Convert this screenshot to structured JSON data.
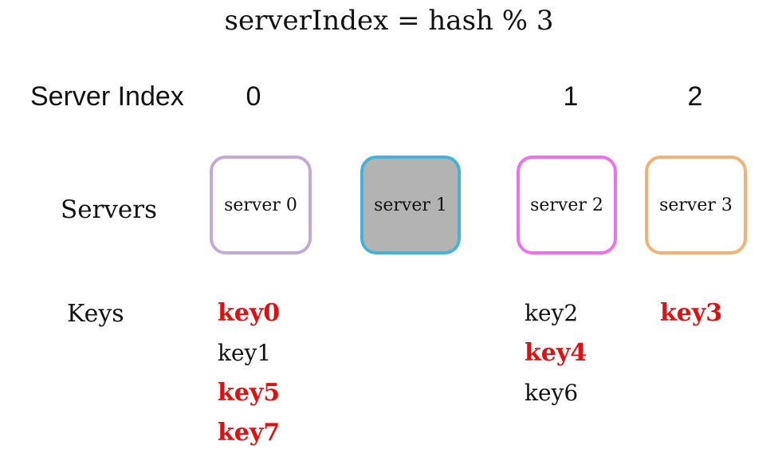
{
  "formula": "serverIndex = hash % 3",
  "labels": {
    "server_index": "Server Index",
    "servers": "Servers",
    "keys": "Keys"
  },
  "server_index_values": [
    "0",
    "1",
    "2"
  ],
  "servers": [
    {
      "label": "server 0",
      "border_color": "#c2a9d6",
      "fill": "#ffffff"
    },
    {
      "label": "server 1",
      "border_color": "#45b3d9",
      "fill": "#b3b3b3"
    },
    {
      "label": "server 2",
      "border_color": "#f06ef0",
      "fill": "#ffffff"
    },
    {
      "label": "server 3",
      "border_color": "#f5b074",
      "fill": "#ffffff"
    }
  ],
  "keys": {
    "server0": [
      {
        "text": "key0",
        "highlight": true
      },
      {
        "text": "key1",
        "highlight": false
      },
      {
        "text": "key5",
        "highlight": true
      },
      {
        "text": "key7",
        "highlight": true
      }
    ],
    "server2": [
      {
        "text": "key2",
        "highlight": false
      },
      {
        "text": "key4",
        "highlight": true
      },
      {
        "text": "key6",
        "highlight": false
      }
    ],
    "server3": [
      {
        "text": "key3",
        "highlight": true
      }
    ]
  },
  "colors": {
    "highlight_key": "#e01010"
  }
}
